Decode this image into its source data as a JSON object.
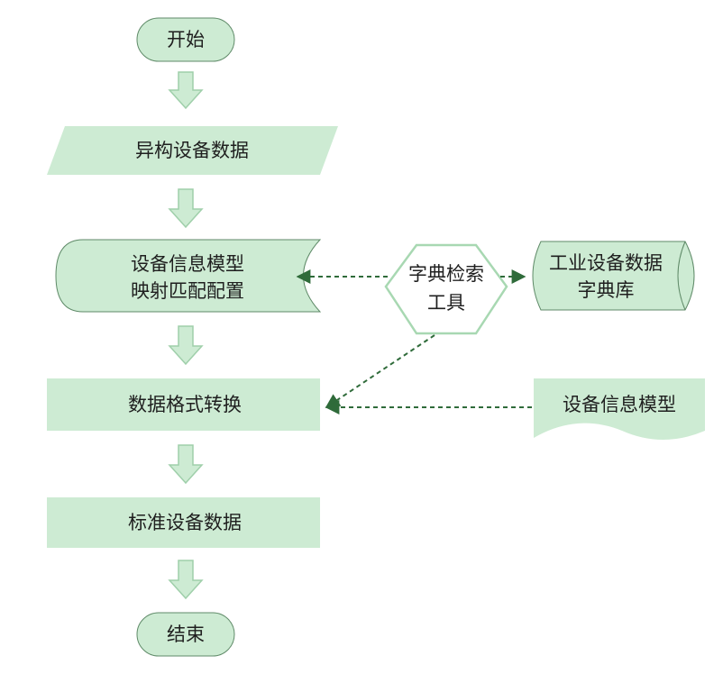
{
  "colors": {
    "fill": "#cdebd3",
    "arrow_fill": "#cdebd3",
    "arrow_stroke": "#9fcfaa",
    "shape_stroke": "#5f8a68",
    "dashed_line": "#2f6b3a",
    "text": "#1f1f1f"
  },
  "nodes": {
    "start": "开始",
    "hetero_data": "异构设备数据",
    "mapping_line1": "设备信息模型",
    "mapping_line2": "映射匹配配置",
    "format_convert": "数据格式转换",
    "standard_data": "标准设备数据",
    "end": "结束",
    "lookup_tool_line1": "字典检索",
    "lookup_tool_line2": "工具",
    "dictionary_line1": "工业设备数据",
    "dictionary_line2": "字典库",
    "device_model": "设备信息模型"
  }
}
